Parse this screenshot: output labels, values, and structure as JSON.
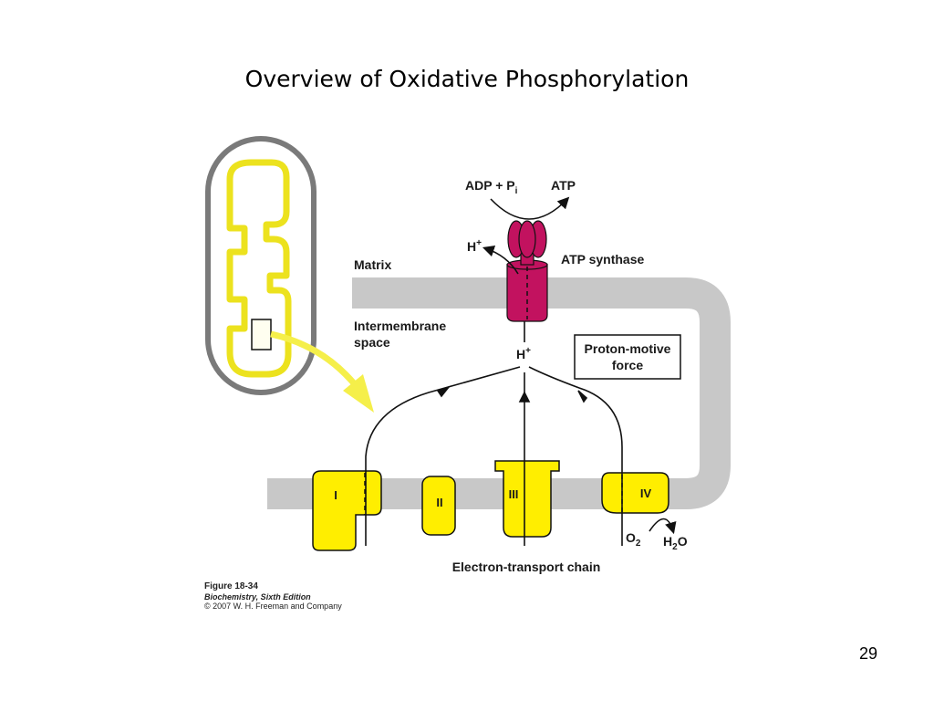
{
  "title": "Overview of Oxidative Phosphorylation",
  "page_number": "29",
  "labels": {
    "adp_pi": "ADP + P",
    "adp_pi_sub": "i",
    "atp": "ATP",
    "h_plus_top": "H",
    "h_plus_mid": "H",
    "h_plus_sup": "+",
    "atp_synthase": "ATP synthase",
    "matrix": "Matrix",
    "intermembrane_line1": "Intermembrane",
    "intermembrane_line2": "space",
    "pmf_line1": "Proton-motive",
    "pmf_line2": "force",
    "complex_I": "I",
    "complex_II": "II",
    "complex_III": "III",
    "complex_IV": "IV",
    "o2": "O",
    "h2o_h": "H",
    "h2o_o": "O",
    "sub_2": "2",
    "etc": "Electron-transport chain"
  },
  "caption": {
    "figure": "Figure 18-34",
    "book": "Biochemistry, Sixth Edition",
    "copyright": "© 2007 W. H. Freeman and Company"
  },
  "colors": {
    "complex_yellow": "#ffee00",
    "synthase_magenta": "#c2125f",
    "membrane_gray": "#c8c8c8",
    "mito_outer": "#7a7a7a",
    "arrow_yellow": "#f5ef4a"
  }
}
